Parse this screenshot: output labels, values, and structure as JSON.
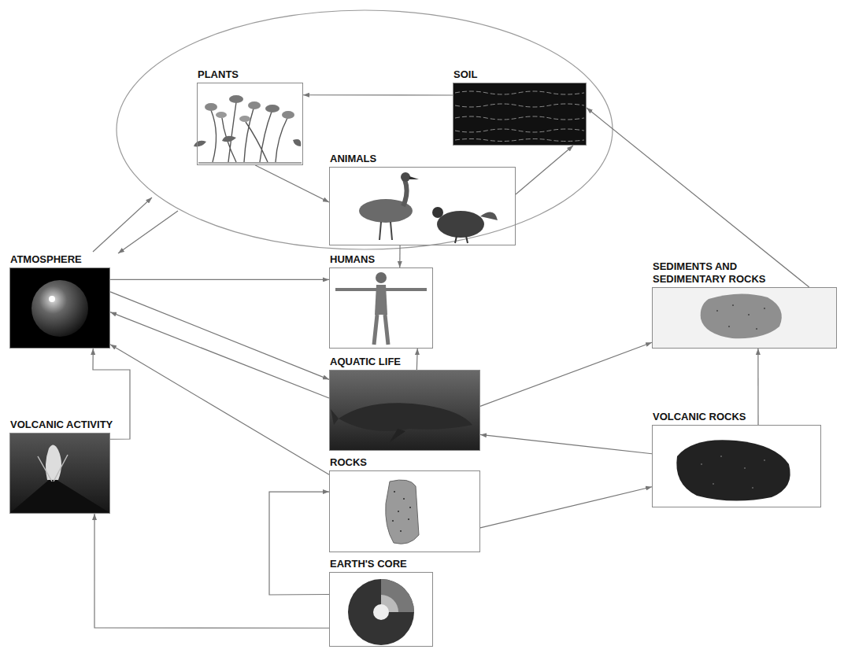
{
  "diagram": {
    "nodes": [
      {
        "text": [
          "PLANTS"
        ]
      },
      {
        "text": [
          "SOIL"
        ]
      },
      {
        "text": [
          "ANIMALS"
        ]
      },
      {
        "text": [
          "ATMOSPHERE"
        ]
      },
      {
        "text": [
          "HUMANS"
        ]
      },
      {
        "text": [
          "SEDIMENTS AND SEDIMENTARY ROCKS"
        ]
      },
      {
        "text": [
          "AQUATIC LIFE"
        ]
      },
      {
        "text": [
          "VOLCANIC ACTIVITY"
        ]
      },
      {
        "text": [
          "ROCKS"
        ]
      },
      {
        "text": [
          "VOLCANIC ROCKS"
        ]
      },
      {
        "text": [
          "EARTH'S CORE"
        ]
      }
    ],
    "edges": [
      {
        "from": 1,
        "to": 0,
        "arrow": "to"
      },
      {
        "from": 0,
        "to": 2,
        "arrow": "to"
      },
      {
        "from": 2,
        "to": 1,
        "arrow": "to"
      },
      {
        "from": 2,
        "to": 4,
        "arrow": "to"
      },
      {
        "from": 6,
        "to": 4,
        "arrow": "to"
      },
      {
        "from": 3,
        "to": 4,
        "arrow": "to"
      },
      {
        "from": 3,
        "to": 6,
        "arrow": "to"
      },
      {
        "from": 6,
        "to": 3,
        "arrow": "to"
      },
      {
        "from": 6,
        "to": 5,
        "arrow": "to"
      },
      {
        "from": 9,
        "to": 5,
        "arrow": "to"
      },
      {
        "from": 5,
        "to": 1,
        "arrow": "to"
      },
      {
        "from": 9,
        "to": 6,
        "arrow": "to"
      },
      {
        "from": 8,
        "to": 9,
        "arrow": "to"
      },
      {
        "from": 8,
        "to": 3,
        "arrow": "to"
      },
      {
        "from": 7,
        "to": 3,
        "arrow": "to"
      },
      {
        "from": 10,
        "to": 8,
        "arrow": "to"
      },
      {
        "from": 10,
        "to": 7,
        "arrow": "to"
      }
    ]
  }
}
